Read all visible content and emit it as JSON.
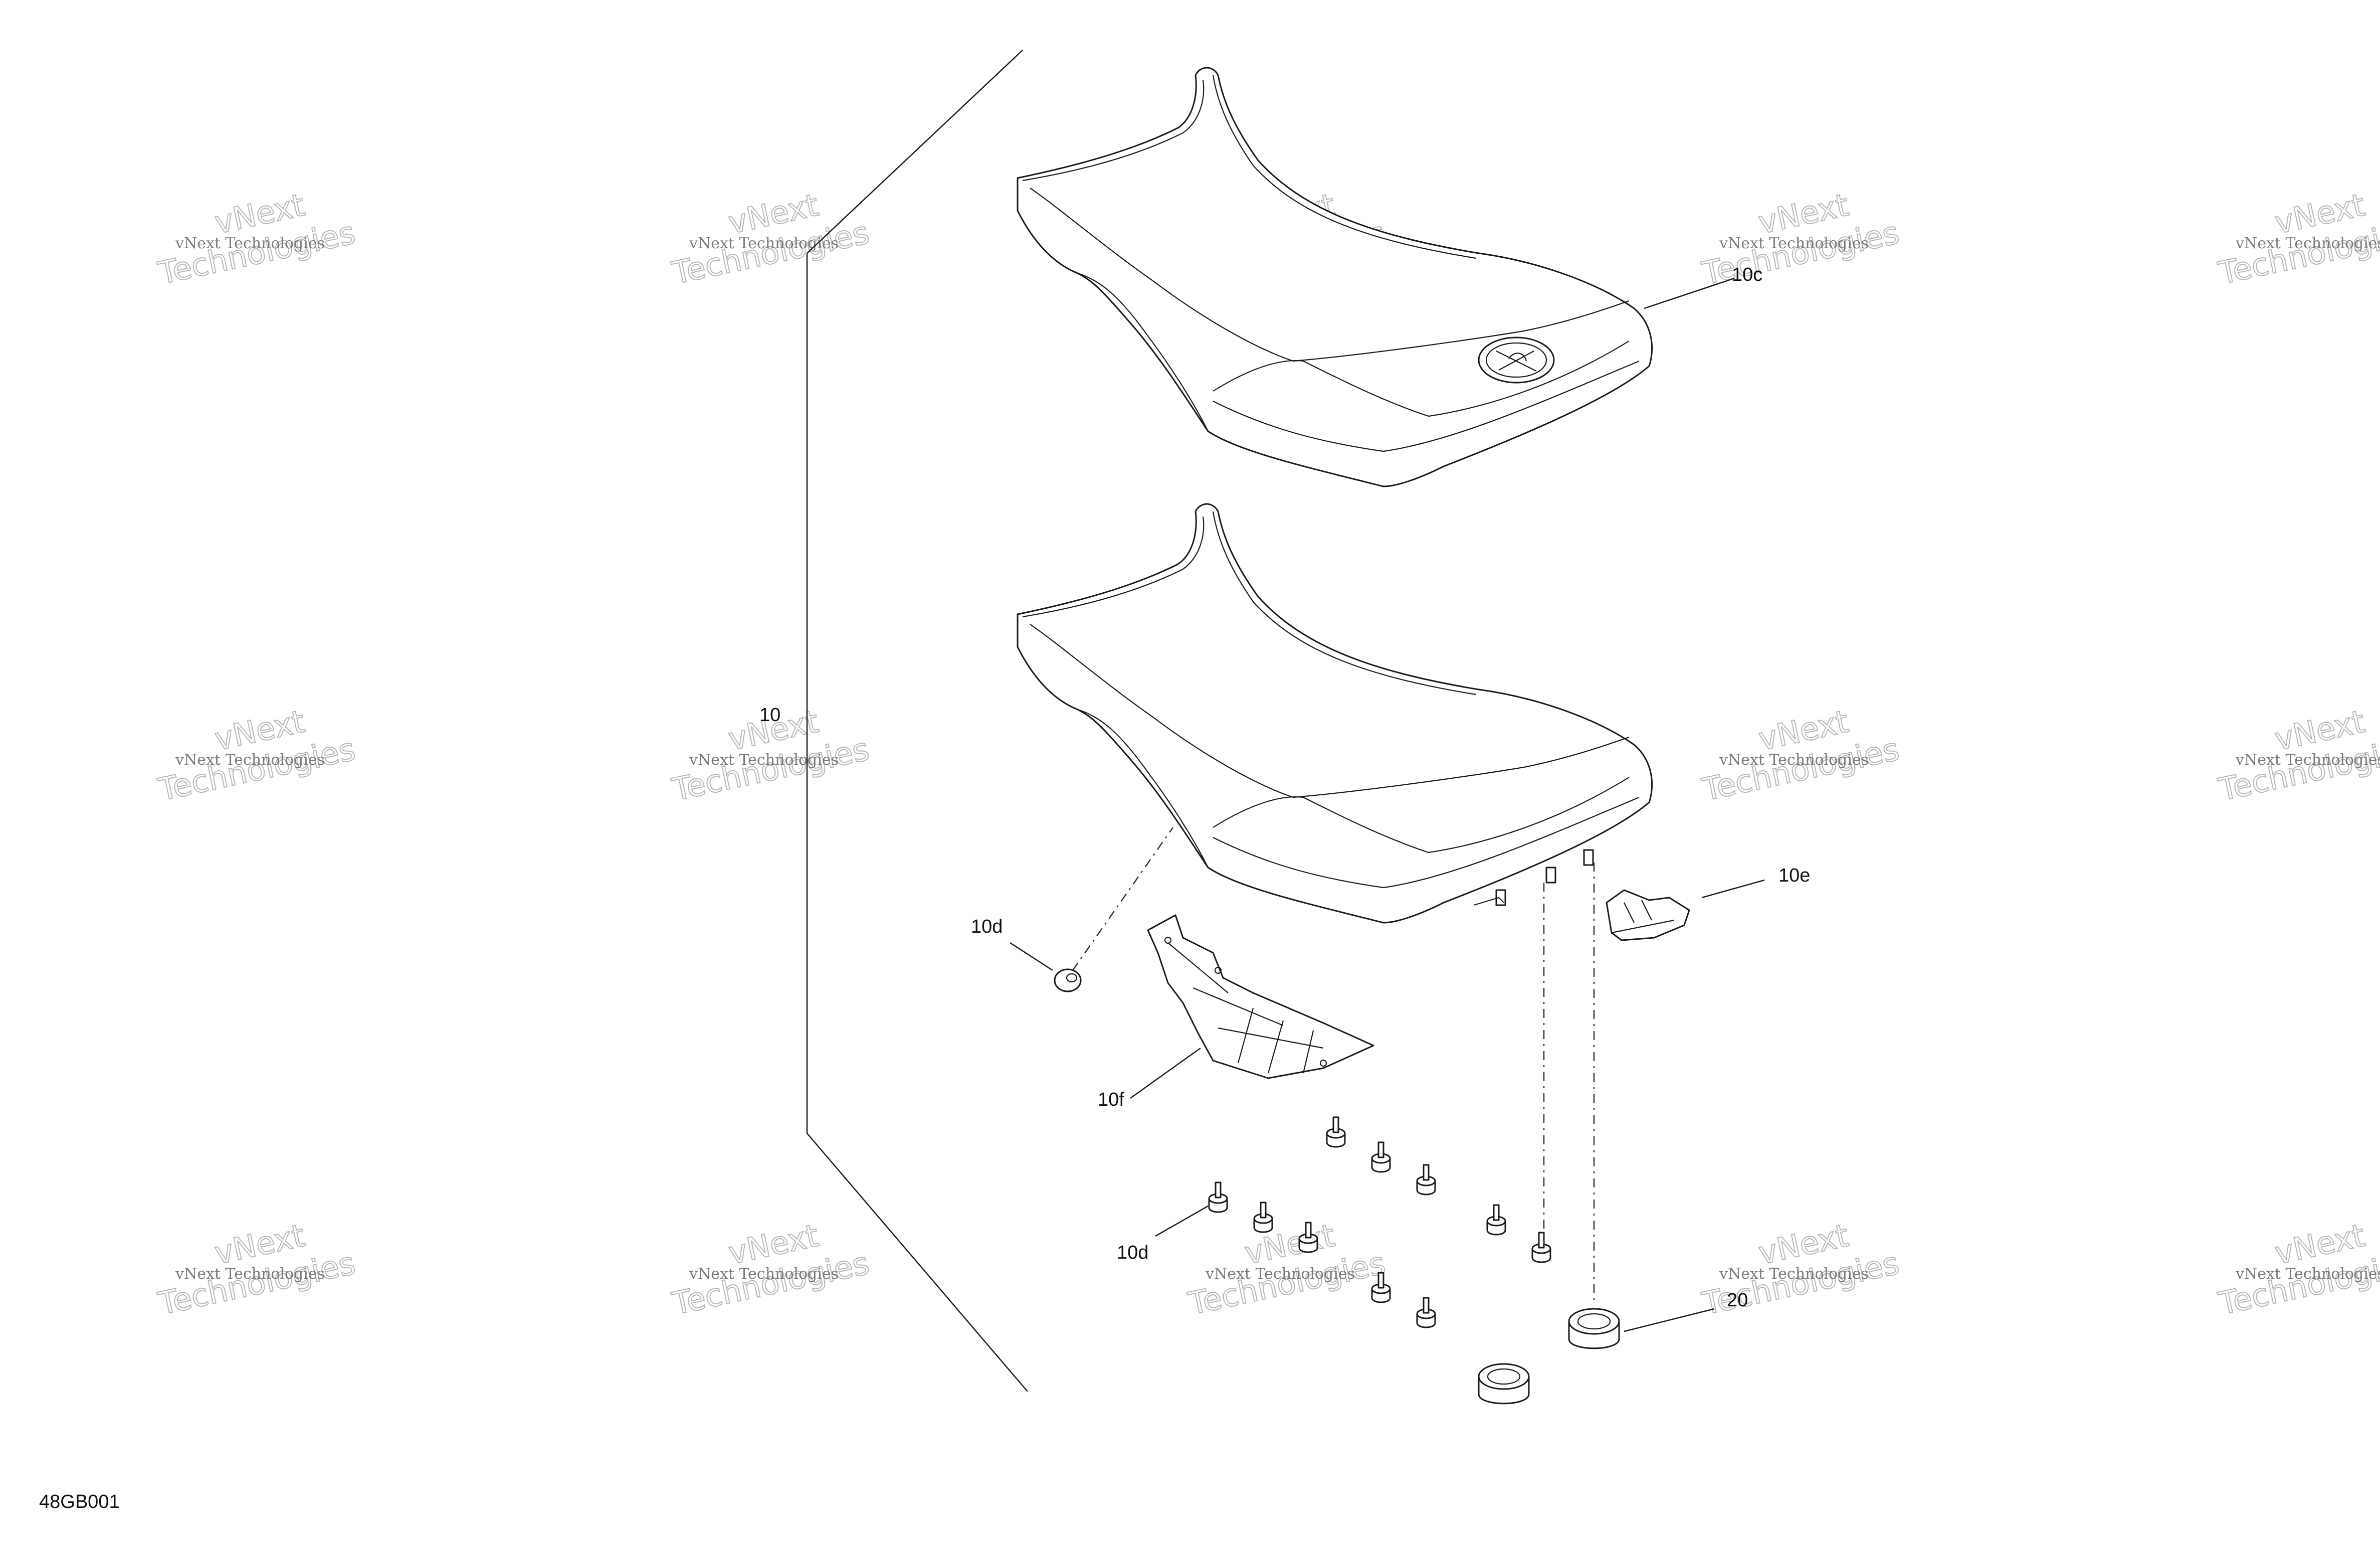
{
  "diagram": {
    "figure_code": "48GB001",
    "watermark": {
      "line1": "vNext Technologies",
      "line2": "vNext",
      "line3": "Technologies"
    },
    "callouts": [
      {
        "id": "group",
        "text": "10"
      },
      {
        "id": "seat_cover",
        "text": "10c"
      },
      {
        "id": "grommet_upper",
        "text": "10d"
      },
      {
        "id": "latch",
        "text": "10e"
      },
      {
        "id": "plate",
        "text": "10f"
      },
      {
        "id": "bumpers",
        "text": "10d"
      },
      {
        "id": "nut",
        "text": "20"
      }
    ]
  }
}
